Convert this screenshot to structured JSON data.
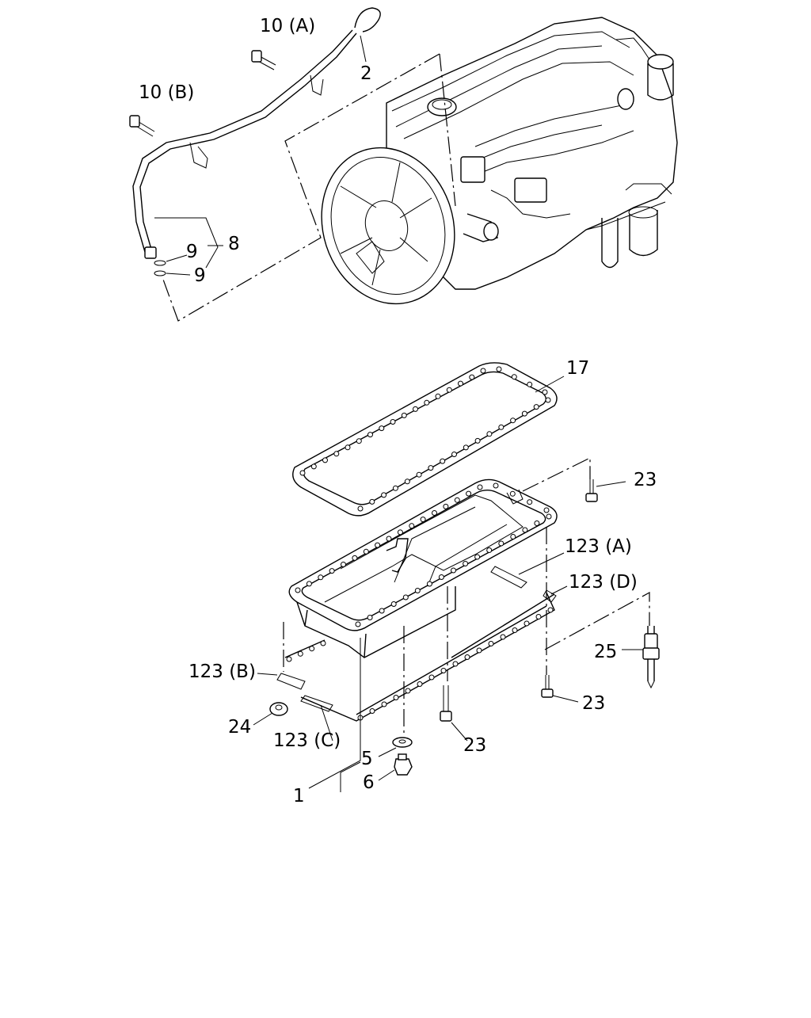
{
  "diagram": {
    "callouts": [
      {
        "id": "c10a",
        "text": "10 (A)"
      },
      {
        "id": "c2",
        "text": "2"
      },
      {
        "id": "c10b",
        "text": "10 (B)"
      },
      {
        "id": "c9a",
        "text": "9"
      },
      {
        "id": "c8",
        "text": "8"
      },
      {
        "id": "c9b",
        "text": "9"
      },
      {
        "id": "c17",
        "text": "17"
      },
      {
        "id": "c23a",
        "text": "23"
      },
      {
        "id": "c123a",
        "text": "123 (A)"
      },
      {
        "id": "c123d",
        "text": "123 (D)"
      },
      {
        "id": "c25",
        "text": "25"
      },
      {
        "id": "c123b",
        "text": "123 (B)"
      },
      {
        "id": "c23b",
        "text": "23"
      },
      {
        "id": "c24",
        "text": "24"
      },
      {
        "id": "c123c",
        "text": "123 (C)"
      },
      {
        "id": "c23c",
        "text": "23"
      },
      {
        "id": "c5",
        "text": "5"
      },
      {
        "id": "c6",
        "text": "6"
      },
      {
        "id": "c1",
        "text": "1"
      }
    ]
  }
}
